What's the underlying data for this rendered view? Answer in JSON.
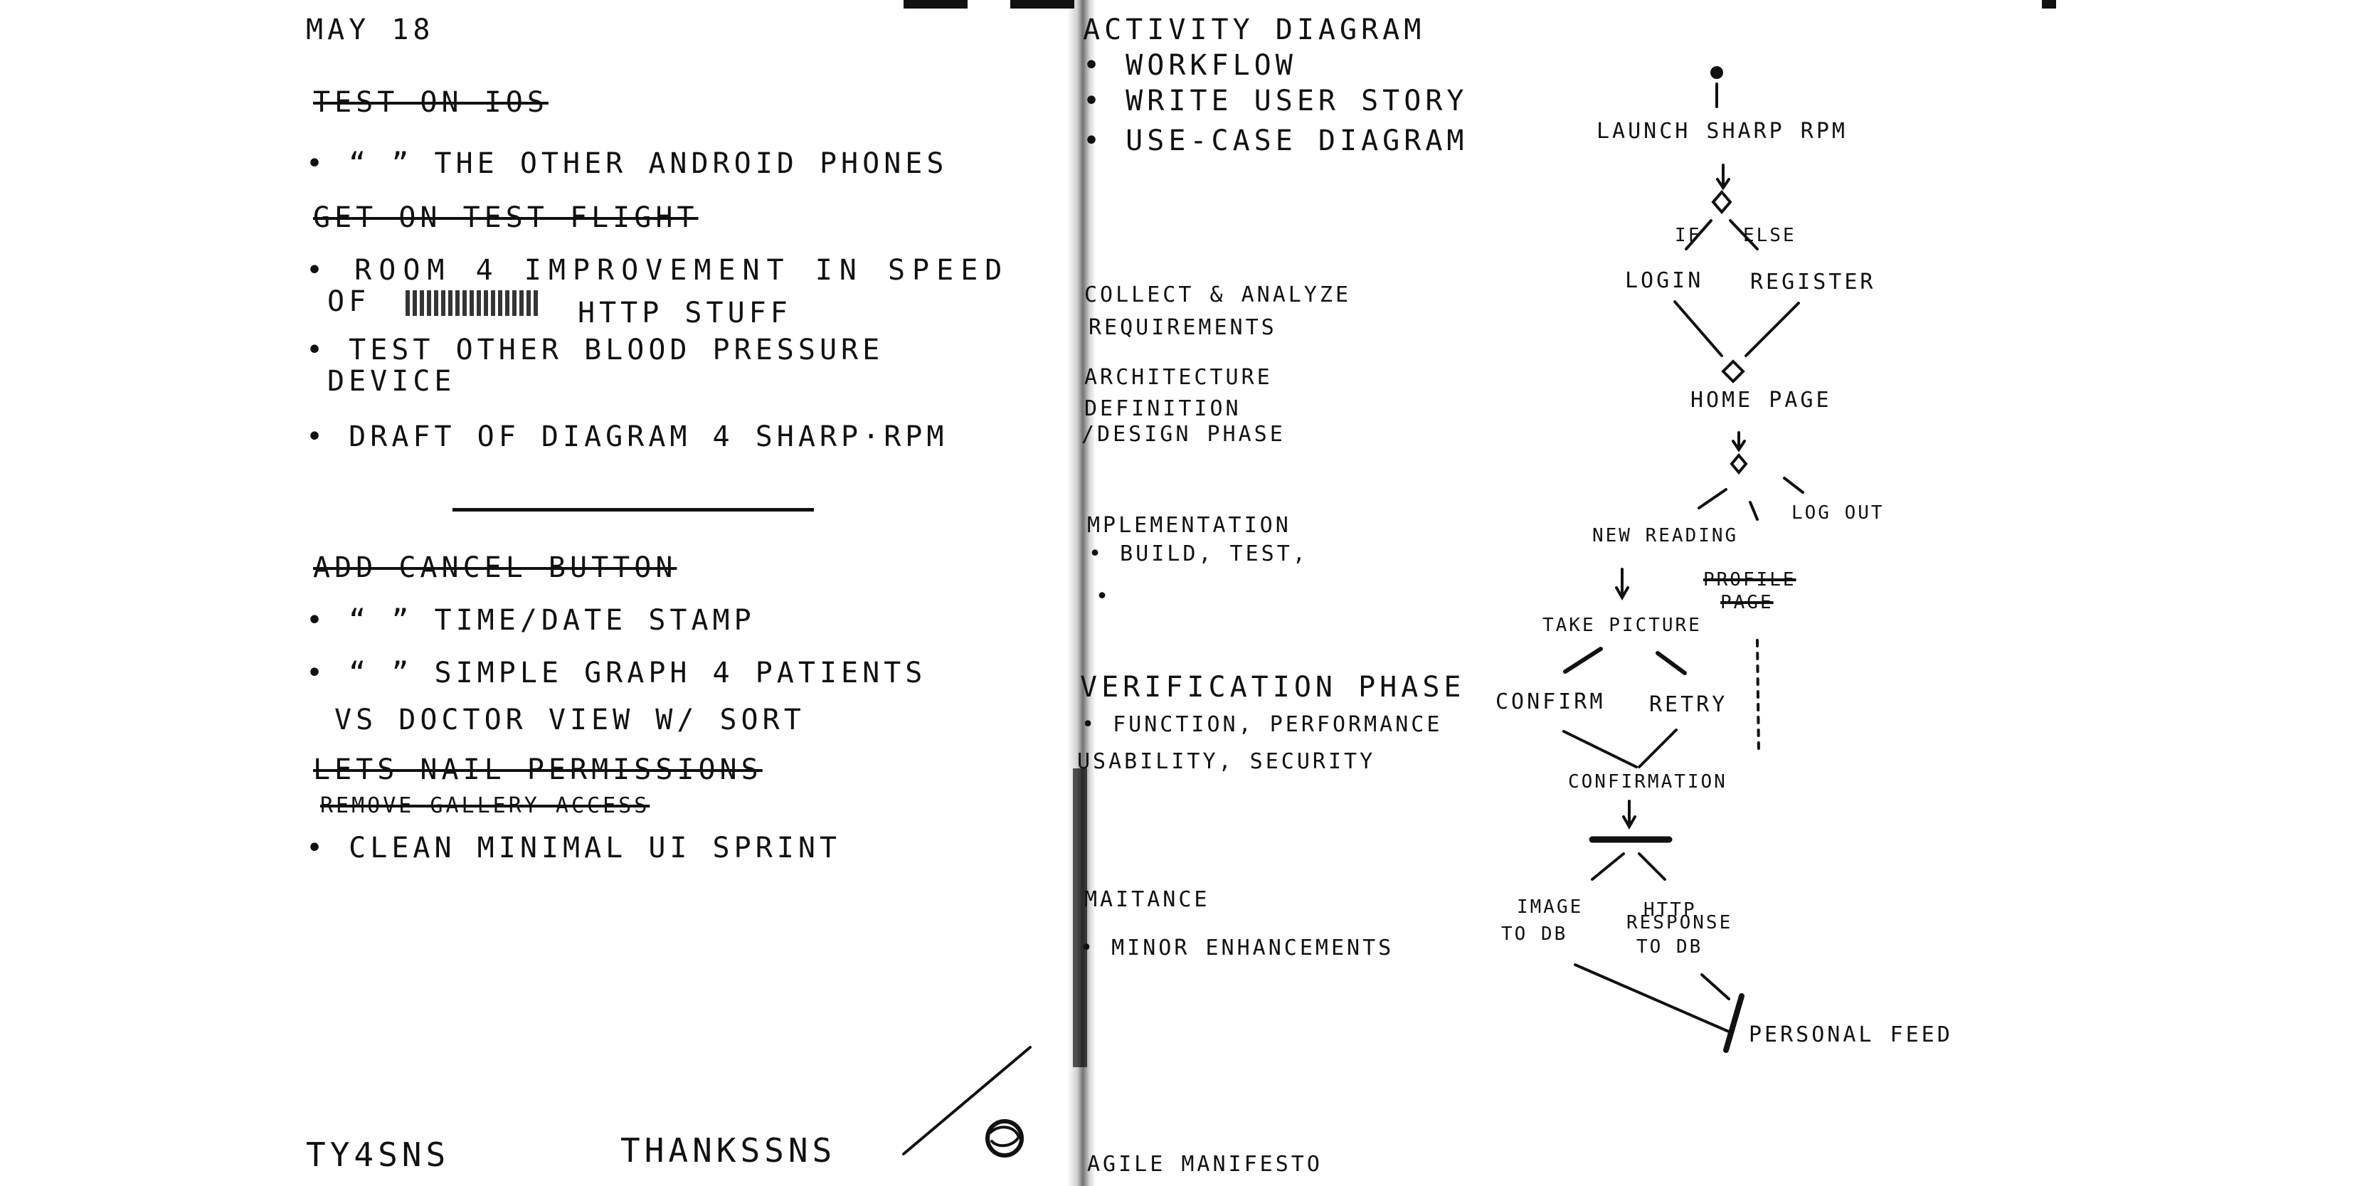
{
  "left_page": {
    "date": "MAY 18",
    "lines": [
      {
        "text": "TEST ON IOS",
        "struck": true
      },
      {
        "text": "• “ ” THE OTHER ANDROID PHONES",
        "struck": false
      },
      {
        "text": "GET ON TEST FLIGHT",
        "struck": true
      },
      {
        "text": "• ROOM 4 IMPROVEMENT IN SPEED",
        "struck": false
      },
      {
        "text": "OF",
        "struck": false
      },
      {
        "text": "HTTP STUFF",
        "struck": false
      },
      {
        "text": "• TEST OTHER BLOOD PRESSURE",
        "struck": false
      },
      {
        "text": "DEVICE",
        "struck": false
      },
      {
        "text": "• DRAFT OF DIAGRAM 4 SHARP·RPM",
        "struck": false
      },
      {
        "text": "ADD CANCEL BUTTON",
        "struck": true
      },
      {
        "text": "• “ ” TIME/DATE STAMP",
        "struck": false
      },
      {
        "text": "• “ ” SIMPLE GRAPH 4 PATIENTS",
        "struck": false
      },
      {
        "text": "VS DOCTOR VIEW W/ SORT",
        "struck": false
      },
      {
        "text": "LETS NAIL PERMISSIONS",
        "struck": true
      },
      {
        "text": "REMOVE GALLERY ACCESS",
        "struck": true
      },
      {
        "text": "• CLEAN MINIMAL UI SPRINT",
        "struck": false
      }
    ],
    "footer_left": "TY4SNS",
    "footer_right": "THANKSSNS"
  },
  "right_page": {
    "notes": [
      "ACTIVITY DIAGRAM",
      "• WORKFLOW",
      "• WRITE USER STORY",
      "• USE-CASE DIAGRAM",
      "COLLECT & ANALYZE",
      "REQUIREMENTS",
      "ARCHITECTURE",
      "DEFINITION",
      "/DESIGN PHASE",
      "MPLEMENTATION",
      "• BUILD, TEST,",
      "•",
      "VERIFICATION PHASE",
      "• FUNCTION, PERFORMANCE",
      "USABILITY, SECURITY",
      "MAITANCE",
      "• MINOR ENHANCEMENTS",
      "AGILE MANIFESTO"
    ],
    "diagram": {
      "launch": "LAUNCH SHARP RPM",
      "if": "IF",
      "else": "ELSE",
      "login": "LOGIN",
      "register": "REGISTER",
      "home": "HOME PAGE",
      "new_reading": "NEW READING",
      "log_out": "LOG OUT",
      "profile": "PROFILE",
      "profile_page": "PAGE",
      "take_picture": "TAKE PICTURE",
      "confirm": "CONFIRM",
      "retry": "RETRY",
      "confirmation": "CONFIRMATION",
      "image": "IMAGE",
      "to_db_1": "TO DB",
      "http": "HTTP",
      "response": "RESPONSE",
      "to_db_2": "TO DB",
      "personal_feed": "PERSONAL FEED"
    }
  }
}
